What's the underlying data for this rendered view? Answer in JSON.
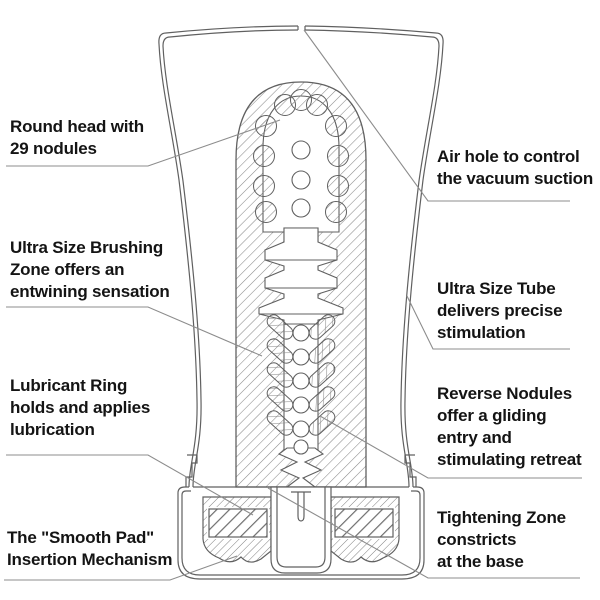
{
  "diagram": {
    "name": "product-cross-section-diagram",
    "line_color": "#606060",
    "leader_color": "#8c8c8c",
    "text_color": "#141414",
    "background": "#ffffff"
  },
  "labels": {
    "round_head": {
      "lines": [
        "Round head with",
        "29 nodules"
      ]
    },
    "air_hole": {
      "lines": [
        "Air hole to control",
        "the vacuum suction"
      ]
    },
    "brushing_zone": {
      "lines": [
        "Ultra Size Brushing",
        "Zone offers an",
        "entwining sensation"
      ]
    },
    "ultra_tube": {
      "lines": [
        "Ultra Size Tube",
        "delivers precise",
        "stimulation"
      ]
    },
    "lubricant_ring": {
      "lines": [
        "Lubricant Ring",
        "holds and applies",
        "lubrication"
      ]
    },
    "reverse_nodules": {
      "lines": [
        "Reverse Nodules",
        "offer a gliding",
        "entry and",
        "stimulating retreat"
      ]
    },
    "smooth_pad": {
      "lines": [
        "The \"Smooth Pad\"",
        "Insertion Mechanism"
      ]
    },
    "tightening_zone": {
      "lines": [
        "Tightening Zone",
        "constricts",
        "at the base"
      ]
    }
  }
}
